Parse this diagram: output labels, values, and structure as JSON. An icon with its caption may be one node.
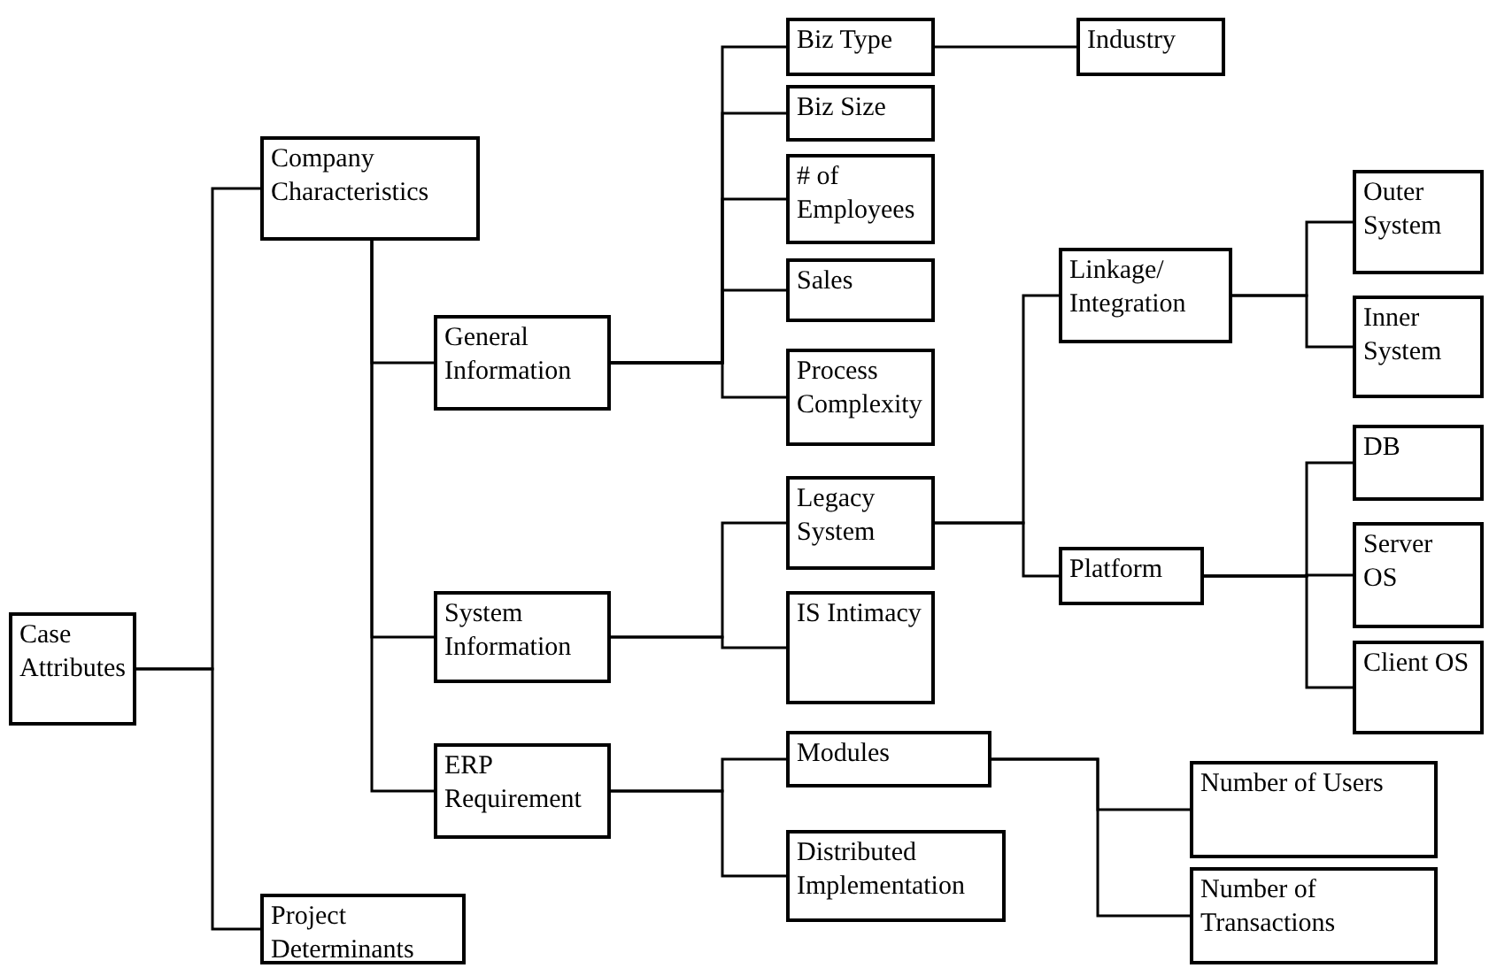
{
  "diagram": {
    "nodes": [
      {
        "text": [
          "Case Attributes"
        ]
      },
      {
        "text": [
          "Company Characteristics"
        ]
      },
      {
        "text": [
          "Project Determinants"
        ]
      },
      {
        "text": [
          "General Information"
        ]
      },
      {
        "text": [
          "System Information"
        ]
      },
      {
        "text": [
          "ERP Requirement"
        ]
      },
      {
        "text": [
          "Biz Type"
        ]
      },
      {
        "text": [
          "Biz Size"
        ]
      },
      {
        "text": [
          "# of Employees"
        ]
      },
      {
        "text": [
          "Sales"
        ]
      },
      {
        "text": [
          "Process Complexity"
        ]
      },
      {
        "text": [
          "Industry"
        ]
      },
      {
        "text": [
          "Legacy System"
        ]
      },
      {
        "text": [
          "IS Intimacy"
        ]
      },
      {
        "text": [
          "Modules"
        ]
      },
      {
        "text": [
          "Distributed Implementation"
        ]
      },
      {
        "text": [
          "Linkage/ Integration"
        ]
      },
      {
        "text": [
          "Platform"
        ]
      },
      {
        "text": [
          "Outer System"
        ]
      },
      {
        "text": [
          "Inner System"
        ]
      },
      {
        "text": [
          "DB"
        ]
      },
      {
        "text": [
          "Server OS"
        ]
      },
      {
        "text": [
          "Client OS"
        ]
      },
      {
        "text": [
          "Number of Users"
        ]
      },
      {
        "text": [
          "Number of Transactions"
        ]
      }
    ],
    "edges": [
      {
        "from": 0,
        "to": 1,
        "arrow": "none"
      },
      {
        "from": 0,
        "to": 2,
        "arrow": "none"
      },
      {
        "from": 1,
        "to": 3,
        "arrow": "none"
      },
      {
        "from": 1,
        "to": 4,
        "arrow": "none"
      },
      {
        "from": 1,
        "to": 5,
        "arrow": "none"
      },
      {
        "from": 3,
        "to": 6,
        "arrow": "none"
      },
      {
        "from": 3,
        "to": 7,
        "arrow": "none"
      },
      {
        "from": 3,
        "to": 8,
        "arrow": "none"
      },
      {
        "from": 3,
        "to": 9,
        "arrow": "none"
      },
      {
        "from": 3,
        "to": 10,
        "arrow": "none"
      },
      {
        "from": 6,
        "to": 11,
        "arrow": "none"
      },
      {
        "from": 4,
        "to": 12,
        "arrow": "none"
      },
      {
        "from": 4,
        "to": 13,
        "arrow": "none"
      },
      {
        "from": 5,
        "to": 14,
        "arrow": "none"
      },
      {
        "from": 5,
        "to": 15,
        "arrow": "none"
      },
      {
        "from": 12,
        "to": 16,
        "arrow": "none"
      },
      {
        "from": 12,
        "to": 17,
        "arrow": "none"
      },
      {
        "from": 16,
        "to": 18,
        "arrow": "none"
      },
      {
        "from": 16,
        "to": 19,
        "arrow": "none"
      },
      {
        "from": 17,
        "to": 20,
        "arrow": "none"
      },
      {
        "from": 17,
        "to": 21,
        "arrow": "none"
      },
      {
        "from": 17,
        "to": 22,
        "arrow": "none"
      },
      {
        "from": 14,
        "to": 23,
        "arrow": "none"
      },
      {
        "from": 14,
        "to": 24,
        "arrow": "none"
      }
    ]
  }
}
